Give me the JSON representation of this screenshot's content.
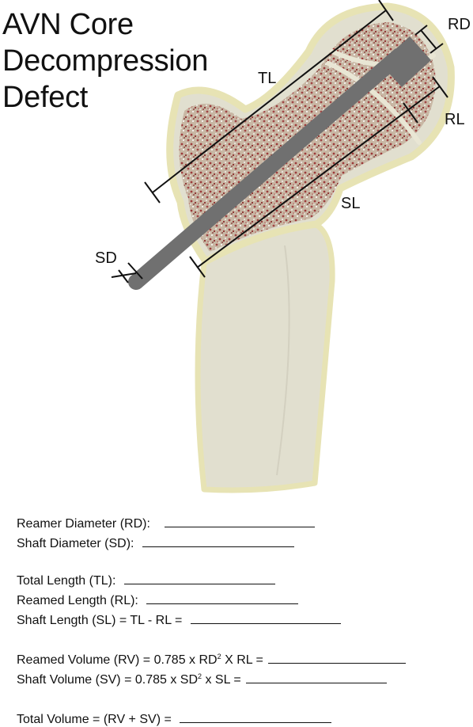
{
  "title_lines": [
    "AVN Core",
    "Decompression",
    "Defect"
  ],
  "labels": {
    "tl": "TL",
    "rd": "RD",
    "rl": "RL",
    "sl": "SL",
    "sd": "SD"
  },
  "colors": {
    "bone_fill": "#e1dfcf",
    "cortex": "#e7e3b4",
    "cancellous_base": "#c8b7a4",
    "cancellous_speckle": "#9c3b3b",
    "instrument": "#707070",
    "ink": "#111111"
  },
  "form": {
    "reamer_diameter": "Reamer Diameter (RD):",
    "shaft_diameter": "Shaft Diameter (SD):",
    "total_length": "Total Length (TL):",
    "reamed_length": "Reamed Length (RL):",
    "shaft_length": "Shaft Length (SL) = TL - RL =",
    "reamed_volume_a": "Reamed Volume (RV) = 0.785 x RD",
    "reamed_volume_exp": "2",
    "reamed_volume_b": " X RL =",
    "shaft_volume_a": "Shaft Volume (SV) = 0.785 x SD",
    "shaft_volume_exp": "2",
    "shaft_volume_b": " x SL =",
    "total_volume": "Total Volume = (RV + SV) ="
  }
}
